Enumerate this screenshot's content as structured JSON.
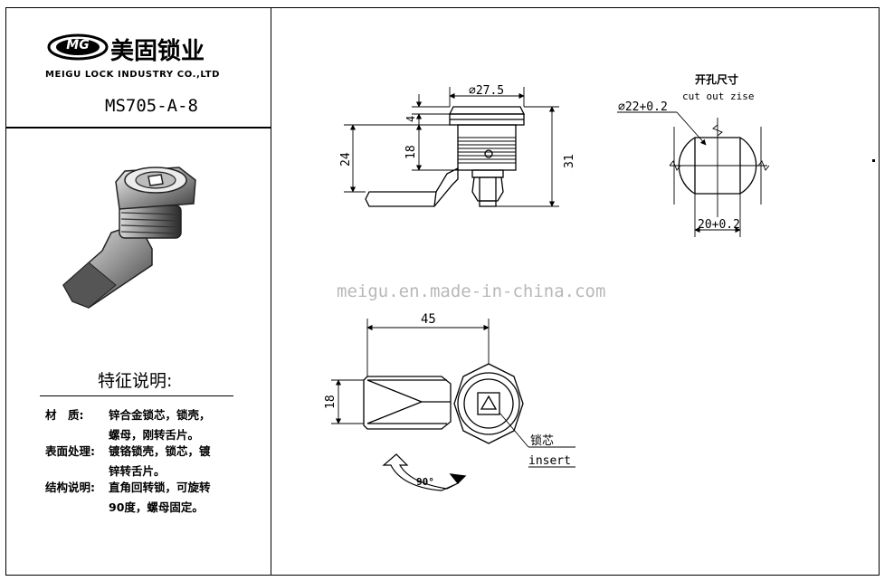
{
  "company": {
    "logo_mark": "MG",
    "name_cn": "美固锁业",
    "name_en": "MEIGU LOCK INDUSTRY CO.,LTD"
  },
  "model": "MS705-A-8",
  "features": {
    "title": "特征说明:",
    "items": [
      {
        "label": "材　质:",
        "lines": [
          "锌合金锁芯，锁壳，",
          "螺母，刚转舌片。"
        ]
      },
      {
        "label": "表面处理:",
        "lines": [
          "镀铬锁壳，锁芯，镀",
          "锌转舌片。"
        ]
      },
      {
        "label": "结构说明:",
        "lines": [
          "直角回转锁，可旋转",
          "90度，螺母固定。"
        ]
      }
    ]
  },
  "dimensions": {
    "diameter_top": "⌀27.5",
    "dim_4": "4",
    "dim_18": "18",
    "dim_24": "24",
    "dim_31": "31",
    "dim_45": "45",
    "dim_18_bottom": "18",
    "rotation": "90°"
  },
  "cutout": {
    "title_cn": "开孔尺寸",
    "title_en": "cut out zise",
    "diameter": "⌀22+0.2",
    "width": "20+0.2"
  },
  "insert": {
    "label_cn": "锁芯",
    "label_en": "insert"
  },
  "watermark": "meigu.en.made-in-china.com"
}
